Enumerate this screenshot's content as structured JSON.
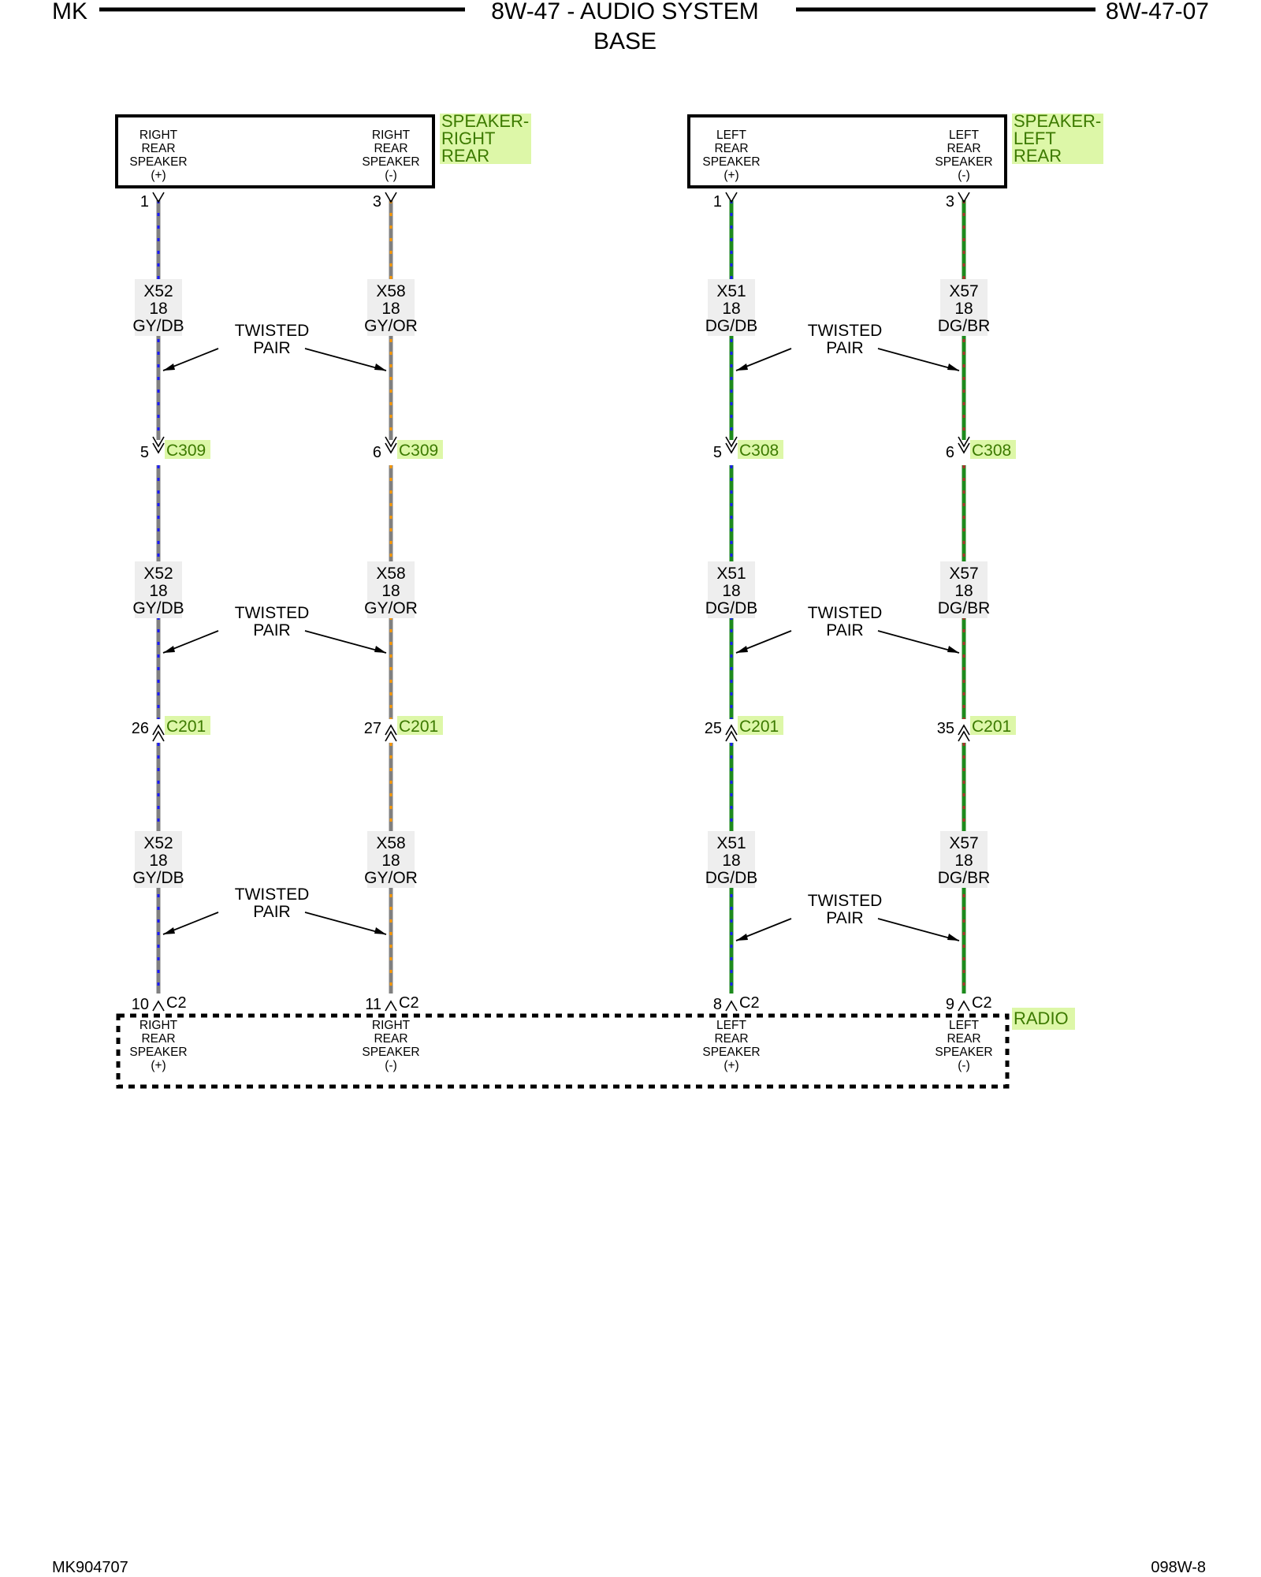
{
  "header": {
    "left": "MK",
    "title": "8W-47 - AUDIO SYSTEM",
    "subtitle": "BASE",
    "right": "8W-47-07"
  },
  "footer": {
    "left": "MK904707",
    "right": "098W-8"
  },
  "colors": {
    "highlight": "#ddf7a8",
    "label_green": "#3c7a00",
    "wire_gray": "#808080",
    "wire_green": "#1d8a1d",
    "tracer_blue": "#1a1aff",
    "tracer_orange": "#ff9900",
    "tracer_brown": "#b03030"
  },
  "components": {
    "speaker_right": {
      "name": [
        "SPEAKER-",
        "RIGHT",
        "REAR"
      ],
      "pins": [
        [
          "RIGHT",
          "REAR",
          "SPEAKER",
          "(+)"
        ],
        [
          "RIGHT",
          "REAR",
          "SPEAKER",
          "(-)"
        ]
      ]
    },
    "speaker_left": {
      "name": [
        "SPEAKER-",
        "LEFT",
        "REAR"
      ],
      "pins": [
        [
          "LEFT",
          "REAR",
          "SPEAKER",
          "(+)"
        ],
        [
          "LEFT",
          "REAR",
          "SPEAKER",
          "(-)"
        ]
      ]
    },
    "radio": {
      "name": "RADIO",
      "pins": [
        [
          "RIGHT",
          "REAR",
          "SPEAKER",
          "(+)"
        ],
        [
          "RIGHT",
          "REAR",
          "SPEAKER",
          "(-)"
        ],
        [
          "LEFT",
          "REAR",
          "SPEAKER",
          "(+)"
        ],
        [
          "LEFT",
          "REAR",
          "SPEAKER",
          "(-)"
        ]
      ]
    }
  },
  "circuits": [
    {
      "id": "X52",
      "gauge": "18",
      "color": "GY/DB",
      "tracer": "blue",
      "base": "gray",
      "pins": {
        "speaker": "1",
        "inline1": "5",
        "inline2": "26",
        "radio": "10"
      }
    },
    {
      "id": "X58",
      "gauge": "18",
      "color": "GY/OR",
      "tracer": "orange",
      "base": "gray",
      "pins": {
        "speaker": "3",
        "inline1": "6",
        "inline2": "27",
        "radio": "11"
      }
    },
    {
      "id": "X51",
      "gauge": "18",
      "color": "DG/DB",
      "tracer": "blue",
      "base": "green",
      "pins": {
        "speaker": "1",
        "inline1": "5",
        "inline2": "25",
        "radio": "8"
      }
    },
    {
      "id": "X57",
      "gauge": "18",
      "color": "DG/BR",
      "tracer": "brown",
      "base": "green",
      "pins": {
        "speaker": "3",
        "inline1": "6",
        "inline2": "35",
        "radio": "9"
      }
    }
  ],
  "connectors": {
    "right_inline": "C309",
    "left_inline": "C308",
    "body": "C201",
    "radio": "C2"
  },
  "twisted_pair": [
    "TWISTED",
    "PAIR"
  ]
}
